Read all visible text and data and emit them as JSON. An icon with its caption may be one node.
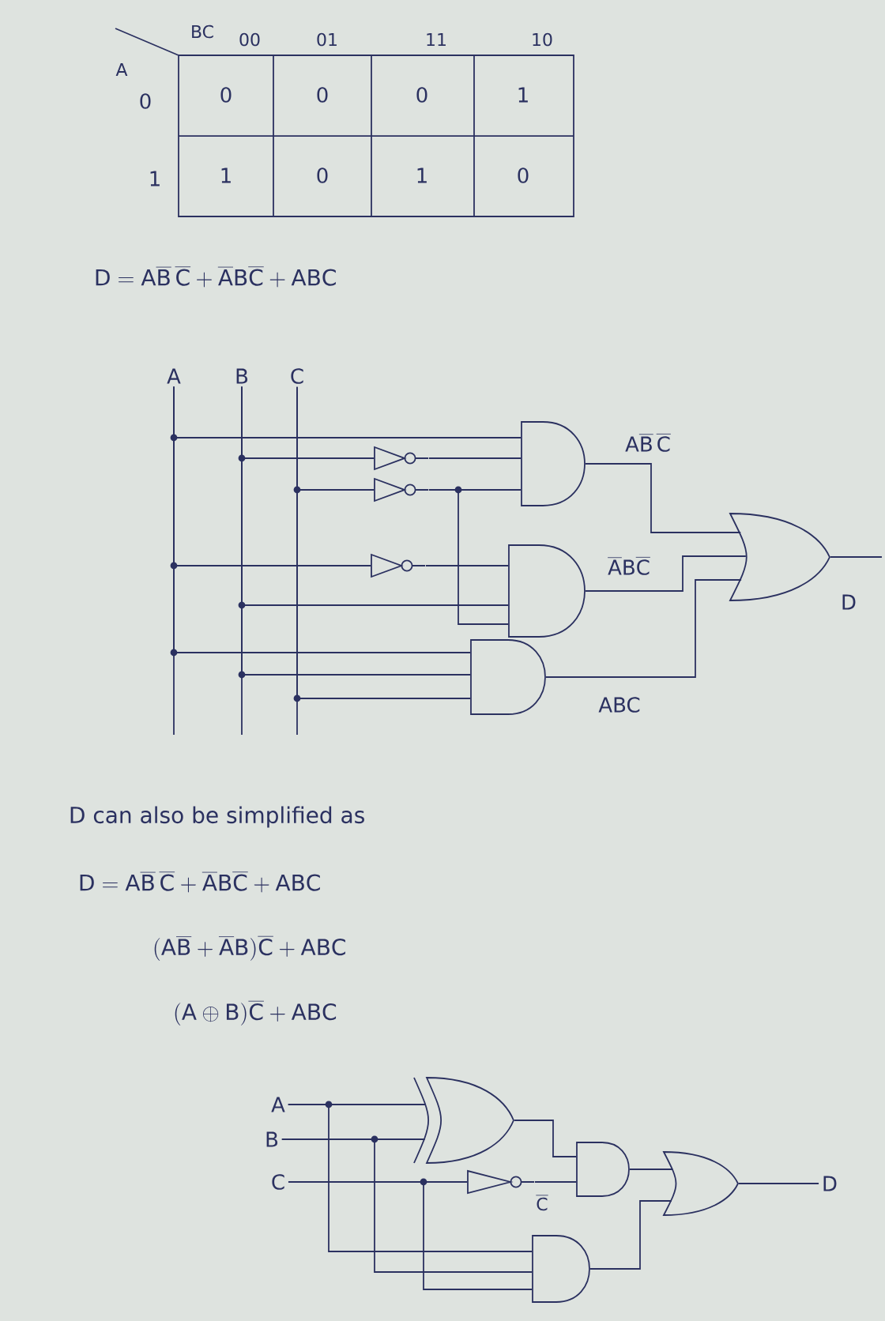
{
  "diagram": {
    "nodes": [
      {
        "text": [
          "A"
        ]
      },
      {
        "text": [
          "B"
        ]
      },
      {
        "text": [
          "C"
        ]
      },
      {
        "text": [],
        "shape": "triangle"
      },
      {
        "text": [],
        "shape": "triangle"
      },
      {
        "text": [],
        "shape": "triangle"
      },
      {
        "text": [],
        "shape": "gate",
        "beside": [
          "\\mathrm{A\\overline{B}\\,\\overline{C}}"
        ]
      },
      {
        "text": [],
        "shape": "gate",
        "beside": [
          "\\mathrm{\\overline{A}B\\overline{C}}"
        ]
      },
      {
        "text": [],
        "shape": "gate",
        "beside": [
          "ABC"
        ]
      },
      {
        "text": [],
        "shape": "gate",
        "beside": [
          "D"
        ]
      },
      {
        "text": [
          "A"
        ]
      },
      {
        "text": [
          "B"
        ]
      },
      {
        "text": [
          "C"
        ]
      },
      {
        "text": [],
        "shape": "gate"
      },
      {
        "text": [],
        "shape": "triangle",
        "beside": [
          "\\mathrm{\\overline{C}}"
        ]
      },
      {
        "text": [],
        "shape": "gate"
      },
      {
        "text": [],
        "shape": "gate"
      },
      {
        "text": [],
        "shape": "gate"
      },
      {
        "text": [
          "D"
        ]
      }
    ],
    "edges": [
      {
        "from": 0,
        "to": 6,
        "arrow": "none"
      },
      {
        "from": 1,
        "to": 3,
        "arrow": "none"
      },
      {
        "from": 3,
        "to": 6,
        "arrow": "none"
      },
      {
        "from": 2,
        "to": 4,
        "arrow": "none"
      },
      {
        "from": 4,
        "to": 6,
        "arrow": "none"
      },
      {
        "from": 0,
        "to": 5,
        "arrow": "none"
      },
      {
        "from": 5,
        "to": 7,
        "arrow": "none"
      },
      {
        "from": 1,
        "to": 7,
        "arrow": "none"
      },
      {
        "from": 4,
        "to": 7,
        "arrow": "none"
      },
      {
        "from": 0,
        "to": 8,
        "arrow": "none"
      },
      {
        "from": 1,
        "to": 8,
        "arrow": "none"
      },
      {
        "from": 2,
        "to": 8,
        "arrow": "none"
      },
      {
        "from": 6,
        "to": 9,
        "arrow": "none"
      },
      {
        "from": 7,
        "to": 9,
        "arrow": "none"
      },
      {
        "from": 8,
        "to": 9,
        "arrow": "none"
      },
      {
        "from": 9,
        "to": null,
        "arrow": "none"
      },
      {
        "from": 10,
        "to": 13,
        "arrow": "none"
      },
      {
        "from": 11,
        "to": 13,
        "arrow": "none"
      },
      {
        "from": 12,
        "to": 14,
        "arrow": "none"
      },
      {
        "from": 13,
        "to": 15,
        "arrow": "none"
      },
      {
        "from": 14,
        "to": 15,
        "arrow": "none"
      },
      {
        "from": 10,
        "to": 16,
        "arrow": "none"
      },
      {
        "from": 11,
        "to": 16,
        "arrow": "none"
      },
      {
        "from": 12,
        "to": 16,
        "arrow": "none"
      },
      {
        "from": 15,
        "to": 17,
        "arrow": "none"
      },
      {
        "from": 16,
        "to": 17,
        "arrow": "none"
      },
      {
        "from": 17,
        "to": 18,
        "arrow": "none"
      }
    ],
    "labels": [
      "BC",
      "00",
      "01",
      "11",
      "10",
      "A",
      "0",
      "0",
      "0",
      "0",
      "1",
      "1",
      "1",
      "0",
      "1",
      "0",
      "\\mathrm{D = A\\overline{B}\\,\\overline{C} + \\overline{A}B\\overline{C} + ABC}",
      "D can also be simplified as",
      "\\mathrm{D = A\\overline{B}\\,\\overline{C} + \\overline{A}B\\overline{C} + ABC}",
      "\\mathrm{(A\\overline{B} + \\overline{A}B)\\overline{C} + ABC}",
      "\\mathrm{(A \\oplus B)\\overline{C} + ABC}"
    ]
  }
}
